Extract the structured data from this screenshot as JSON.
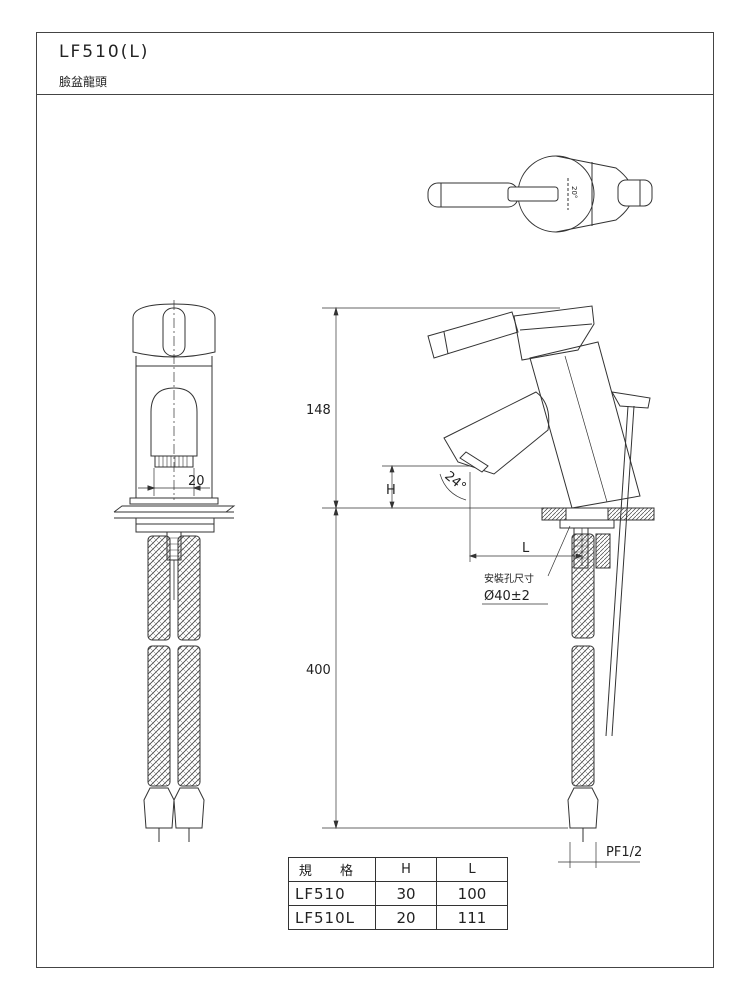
{
  "header": {
    "model": "LF510(L)",
    "subtitle": "臉盆龍頭"
  },
  "dimensions": {
    "height_body": "148",
    "height_hose": "400",
    "outlet_width": "20",
    "spout_height_label": "H",
    "spout_angle": "24°",
    "spout_reach_label": "L",
    "mount_hole_label": "安裝孔尺寸",
    "mount_hole_size": "Ø40±2",
    "thread": "PF1/2"
  },
  "spec_table": {
    "headers": [
      "規 格",
      "H",
      "L"
    ],
    "rows": [
      [
        "LF510",
        "30",
        "100"
      ],
      [
        "LF510L",
        "20",
        "111"
      ]
    ]
  }
}
